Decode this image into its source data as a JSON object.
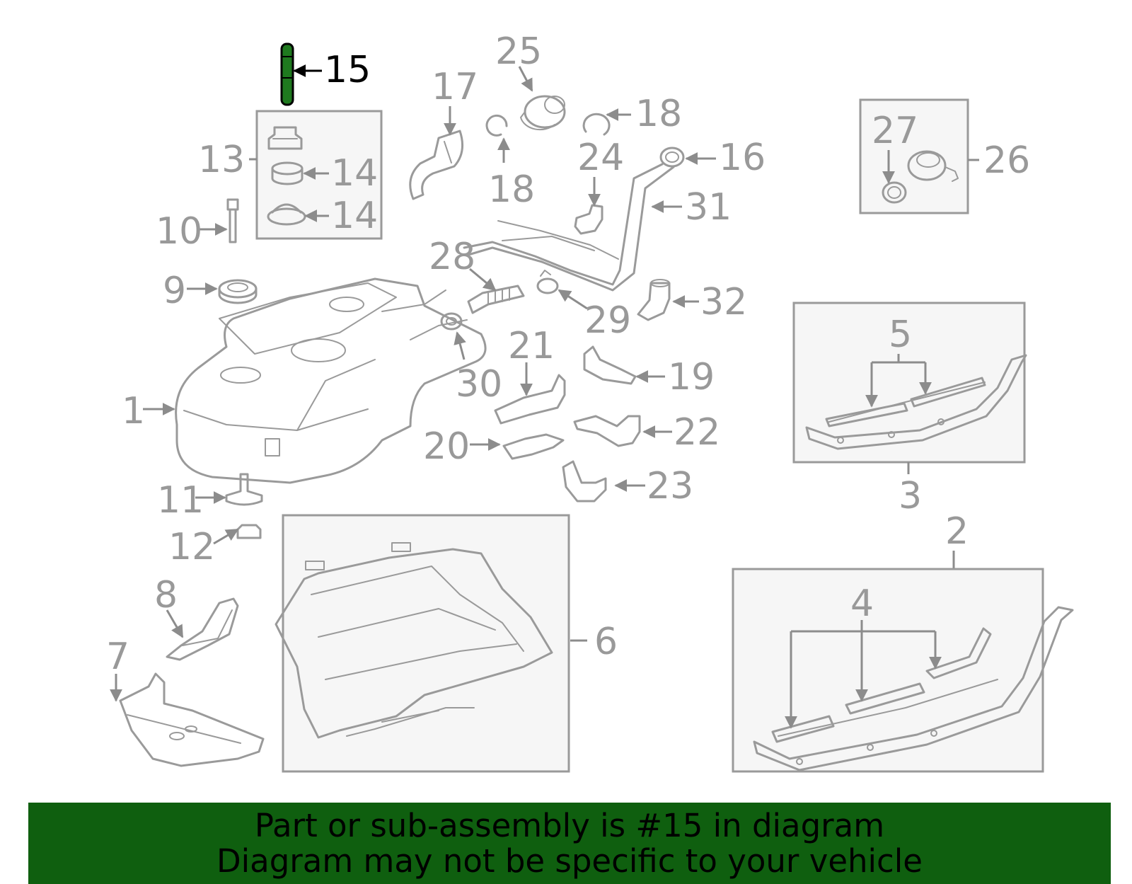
{
  "diagram": {
    "highlighted_part": "15",
    "colors": {
      "highlight_part": "#1f7a1f",
      "outline": "#9a9a9a",
      "label": "#999999",
      "highlight_label": "#000000",
      "banner_bg": "#0f5f0f"
    },
    "callouts": {
      "c1": "1",
      "c2": "2",
      "c3": "3",
      "c4": "4",
      "c5": "5",
      "c6": "6",
      "c7": "7",
      "c8": "8",
      "c9": "9",
      "c10": "10",
      "c11": "11",
      "c12": "12",
      "c13": "13",
      "c14a": "14",
      "c14b": "14",
      "c15": "15",
      "c16": "16",
      "c17": "17",
      "c18a": "18",
      "c18b": "18",
      "c19": "19",
      "c20": "20",
      "c21": "21",
      "c22": "22",
      "c23": "23",
      "c24": "24",
      "c25": "25",
      "c26": "26",
      "c27": "27",
      "c28": "28",
      "c29": "29",
      "c30": "30",
      "c31": "31",
      "c32": "32"
    }
  },
  "banner": {
    "line1": "Part or sub-assembly is #15 in diagram",
    "line2": "Diagram may not be specific to your vehicle"
  }
}
